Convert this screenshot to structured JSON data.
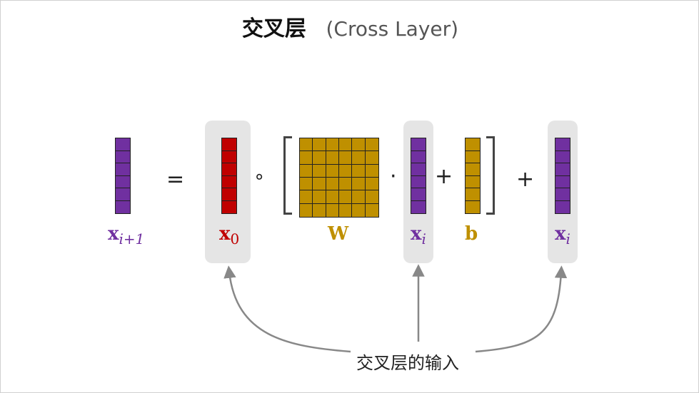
{
  "title": {
    "chinese": "交叉层",
    "english": "(Cross Layer)"
  },
  "colors": {
    "purple": "#7030a0",
    "red": "#c00000",
    "gold": "#bf9000",
    "highlight": "#e5e5e5",
    "arrow": "#888888"
  },
  "labels": {
    "x_next": {
      "base": "x",
      "sub": "i+1"
    },
    "x0": {
      "base": "x",
      "sub": "0"
    },
    "w": "W",
    "xi": {
      "base": "x",
      "sub": "i"
    },
    "b": "b",
    "xi2": {
      "base": "x",
      "sub": "i"
    }
  },
  "operators": {
    "equals": "=",
    "hadamard": "∘",
    "dot": "·",
    "plus1": "+",
    "plus2": "+"
  },
  "caption": "交叉层的输入"
}
